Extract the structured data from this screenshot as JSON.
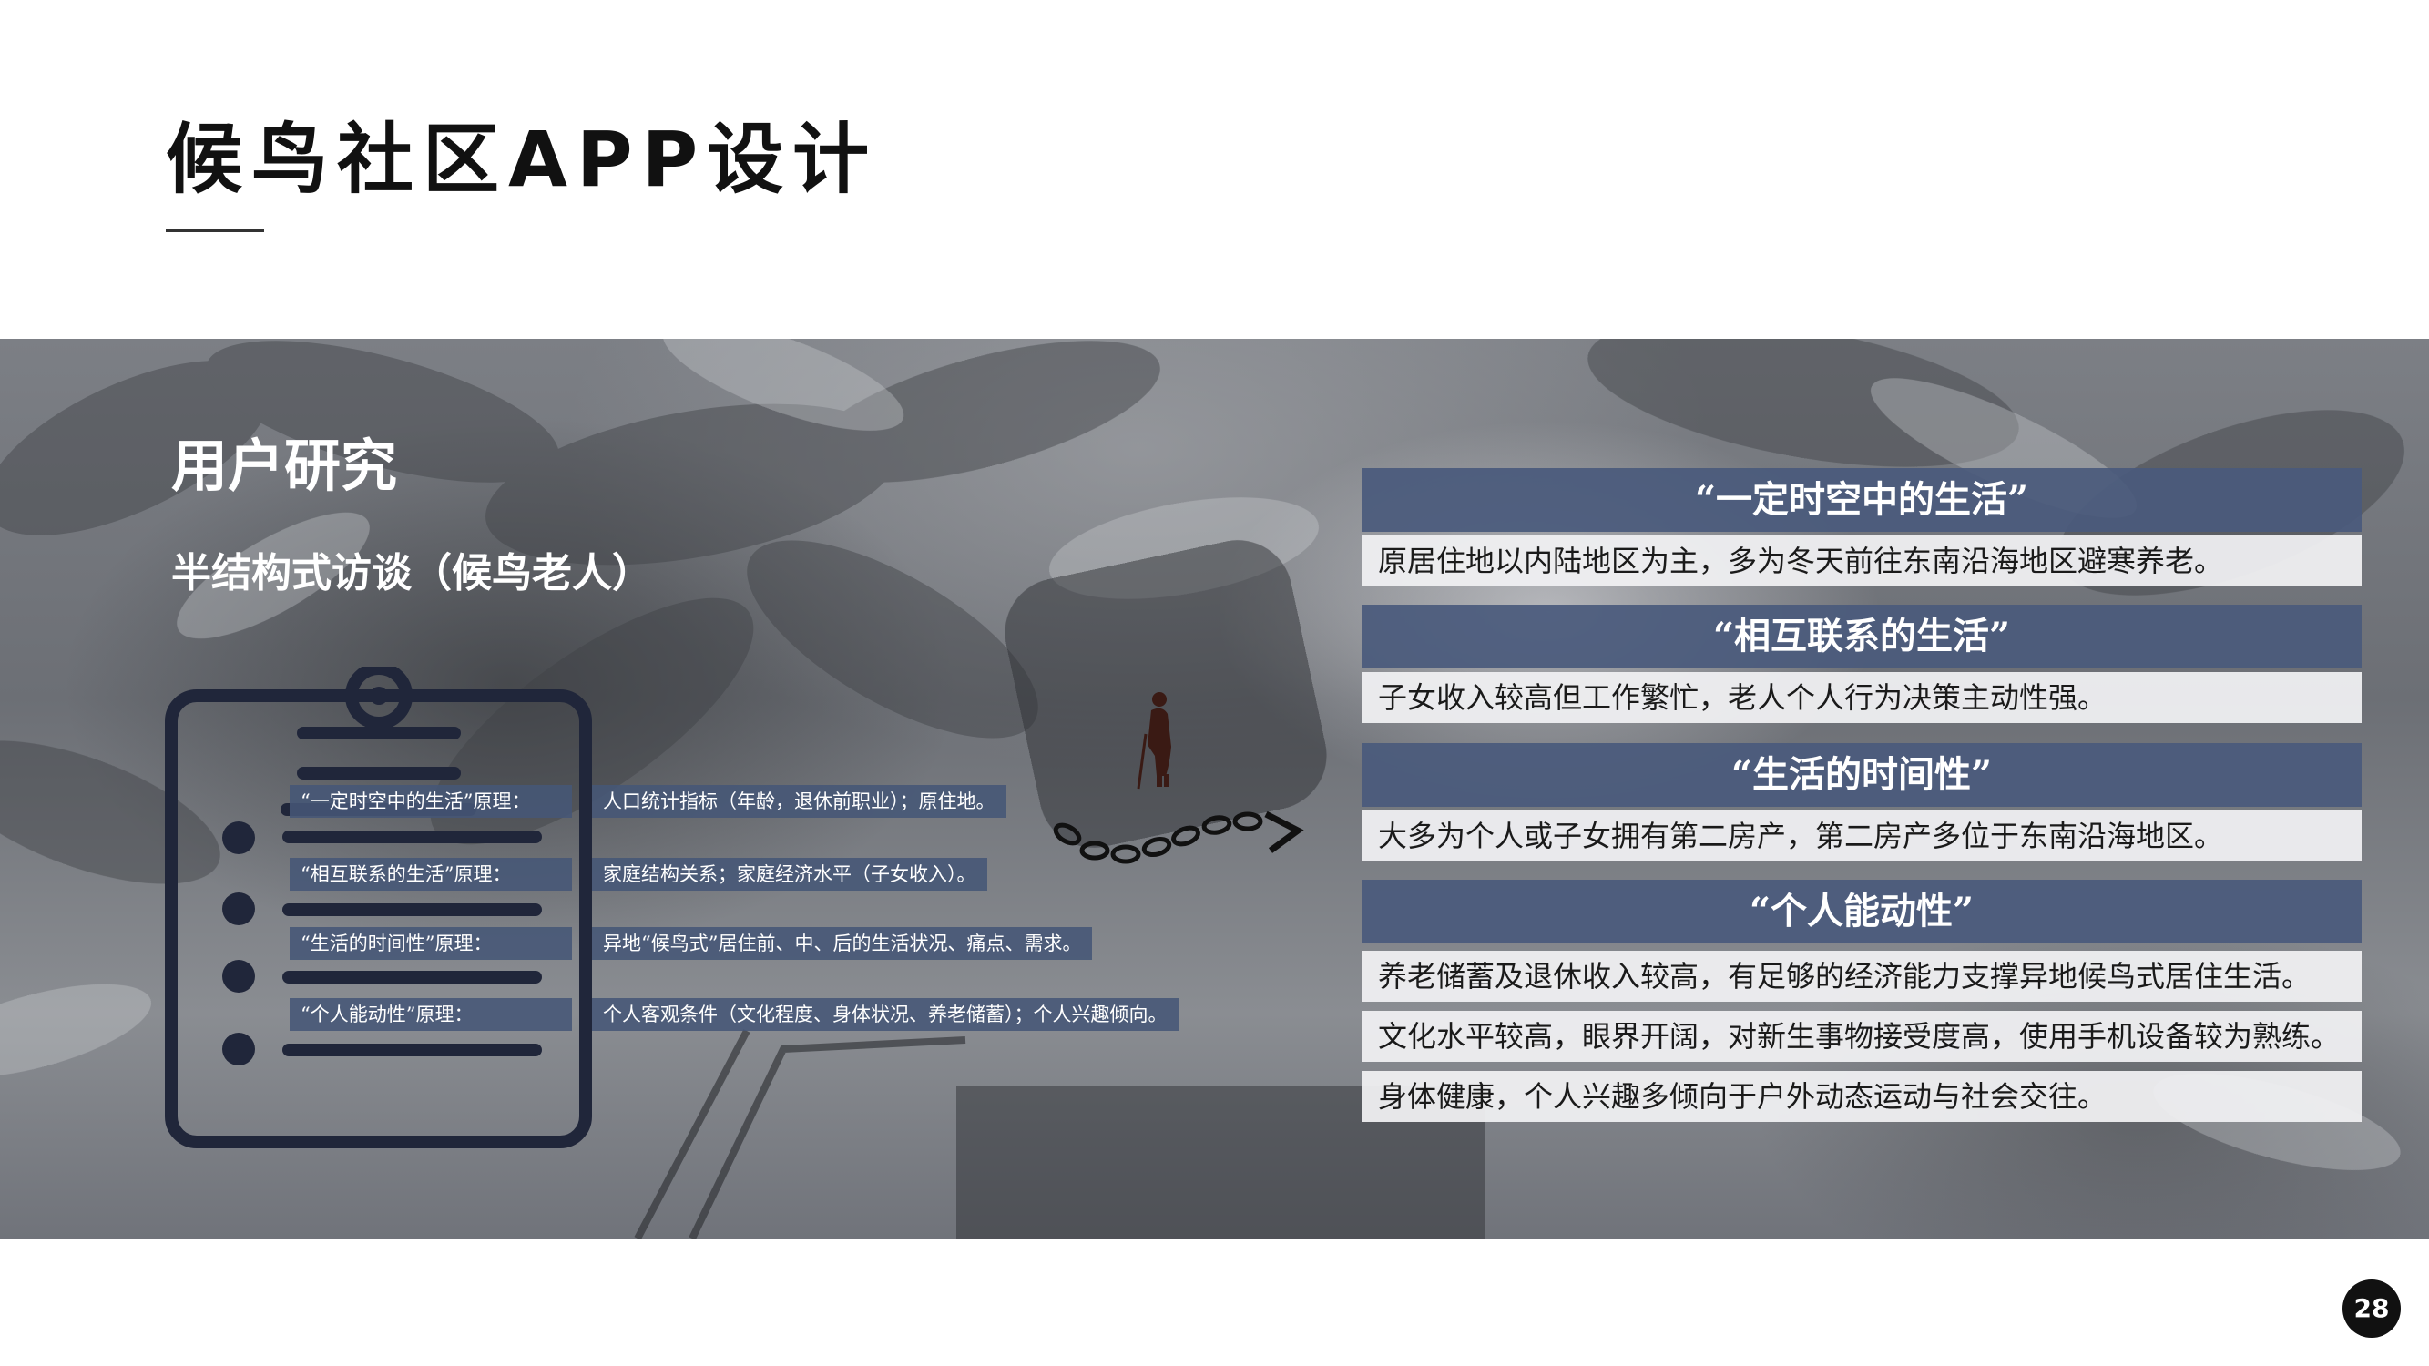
{
  "title": "候鸟社区APP设计",
  "section": {
    "heading": "用户研究",
    "subheading": "半结构式访谈（候鸟老人）"
  },
  "principles": [
    {
      "label": "“一定时空中的生活”原理：",
      "value": "人口统计指标（年龄，退休前职业）；原住地。"
    },
    {
      "label": "“相互联系的生活”原理：",
      "value": "家庭结构关系；家庭经济水平（子女收入）。"
    },
    {
      "label": "“生活的时间性”原理：",
      "value": "异地“候鸟式”居住前、中、后的生活状况、痛点、需求。"
    },
    {
      "label": "“个人能动性”原理：",
      "value": "个人客观条件（文化程度、身体状况、养老储蓄）；个人兴趣倾向。"
    }
  ],
  "findings": [
    {
      "heading": "“一定时空中的生活”",
      "items": [
        "原居住地以内陆地区为主，多为冬天前往东南沿海地区避寒养老。"
      ]
    },
    {
      "heading": "“相互联系的生活”",
      "items": [
        "子女收入较高但工作繁忙，老人个人行为决策主动性强。"
      ]
    },
    {
      "heading": "“生活的时间性”",
      "items": [
        "大多为个人或子女拥有第二房产，第二房产多位于东南沿海地区。"
      ]
    },
    {
      "heading": "“个人能动性”",
      "items": [
        "养老储蓄及退休收入较高，有足够的经济能力支撑异地候鸟式居住生活。",
        "文化水平较高，眼界开阔，对新生事物接受度高，使用手机设备较为熟练。",
        "身体健康，个人兴趣多倾向于户外动态运动与社会交往。"
      ]
    }
  ],
  "page_number": "28",
  "icons": {
    "clipboard": "clipboard-icon",
    "walker": "elderly-walker-icon",
    "path": "winding-path-arrow-icon"
  },
  "colors": {
    "title": "#111111",
    "header_band": "#4a5a7c",
    "body_band": "#f0f0f2",
    "clipboard": "#20263a"
  }
}
